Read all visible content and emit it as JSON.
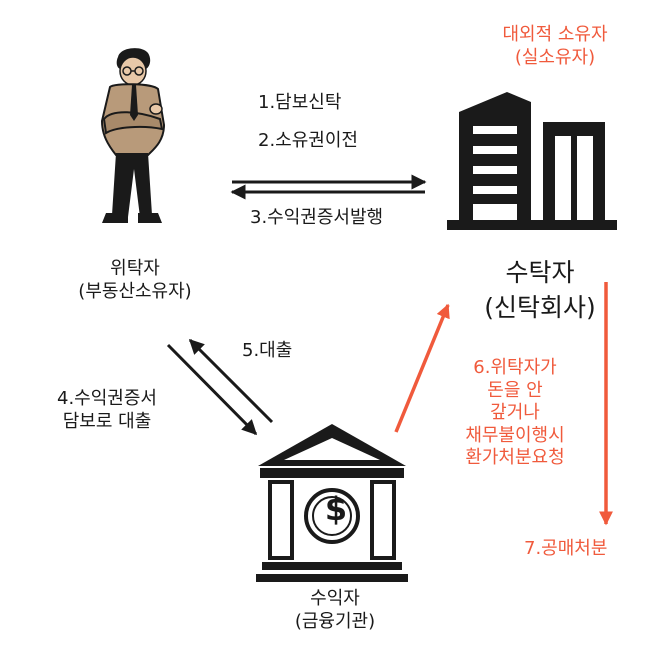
{
  "colors": {
    "accent": "#f05a3c",
    "ink": "#1a1a1a",
    "background": "#ffffff"
  },
  "icons": {
    "truster": "businessman-icon",
    "trustee": "office-building-icon",
    "beneficiary": "bank-icon"
  },
  "nodes": {
    "truster": {
      "name": "위탁자",
      "sub": "(부동산소유자)"
    },
    "trustee": {
      "name": "수탁자",
      "sub": "(신탁회사)"
    },
    "beneficiary": {
      "name": "수익자",
      "sub": "(금융기관)"
    },
    "external_owner": {
      "line1": "대외적 소유자",
      "line2": "(실소유자)"
    }
  },
  "edges": {
    "step1": "1.담보신탁",
    "step2": "2.소유권이전",
    "step3": "3.수익권증서발행",
    "step4": {
      "line1": "4.수익권증서",
      "line2": "담보로 대출"
    },
    "step5": "5.대출",
    "step6": {
      "line1": "6.위탁자가",
      "line2": "돈을 안",
      "line3": "갚거나",
      "line4": "채무불이행시",
      "line5": "환가처분요청"
    },
    "step7": "7.공매처분"
  }
}
